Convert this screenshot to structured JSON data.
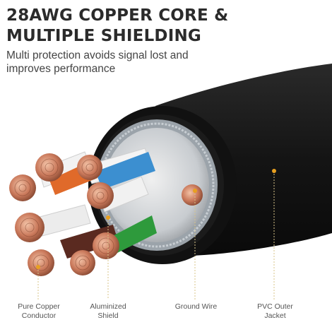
{
  "heading": {
    "line1": "28AWG COPPER CORE &",
    "line2": "MULTIPLE SHIELDING"
  },
  "subheading": {
    "line1": "Multi protection avoids signal lost and",
    "line2": "improves performance"
  },
  "callouts": [
    {
      "line1": "Pure Copper",
      "line2": "Conductor"
    },
    {
      "line1": "Aluminized",
      "line2": "Shield"
    },
    {
      "line1": "Ground Wire",
      "line2": ""
    },
    {
      "line1": "PVC Outer",
      "line2": "Jacket"
    }
  ],
  "colors": {
    "jacket": "#1c1c1c",
    "copper": "#c9785a",
    "callout_dot": "#e8a020",
    "wire_blue": "#3c8fd0",
    "wire_green": "#2e9a3c",
    "wire_orange": "#e06a2a",
    "wire_brown": "#5a2a20"
  }
}
